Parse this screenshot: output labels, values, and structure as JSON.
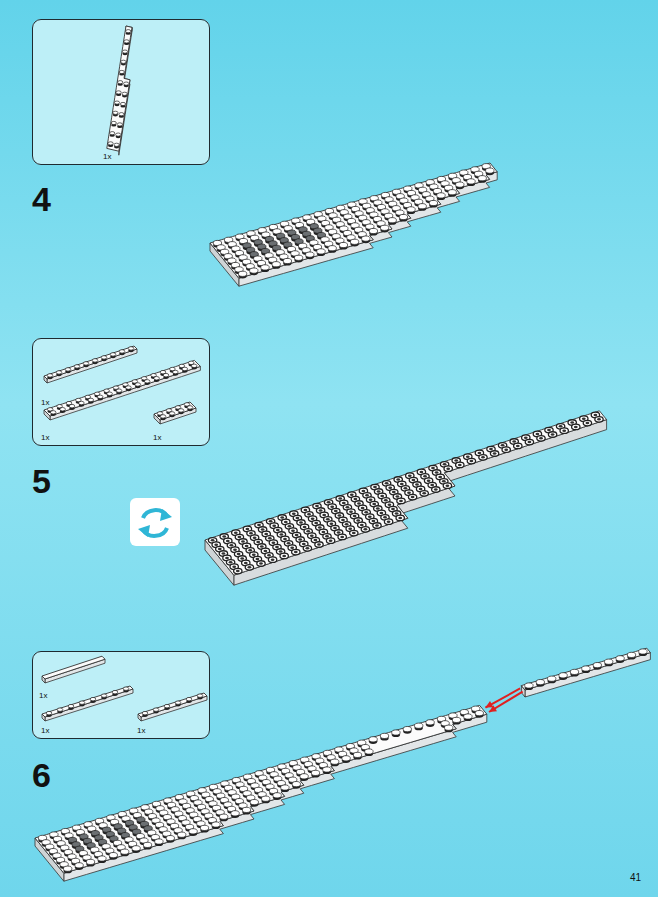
{
  "diagram": {
    "nodes": [
      {
        "text": [
          "1x"
        ]
      },
      {
        "text": [
          "1x",
          "1x",
          "1x"
        ]
      },
      {
        "text": [
          "1x",
          "1x",
          "1x"
        ]
      }
    ],
    "labels": [
      "4",
      "5",
      "6",
      "41"
    ]
  }
}
